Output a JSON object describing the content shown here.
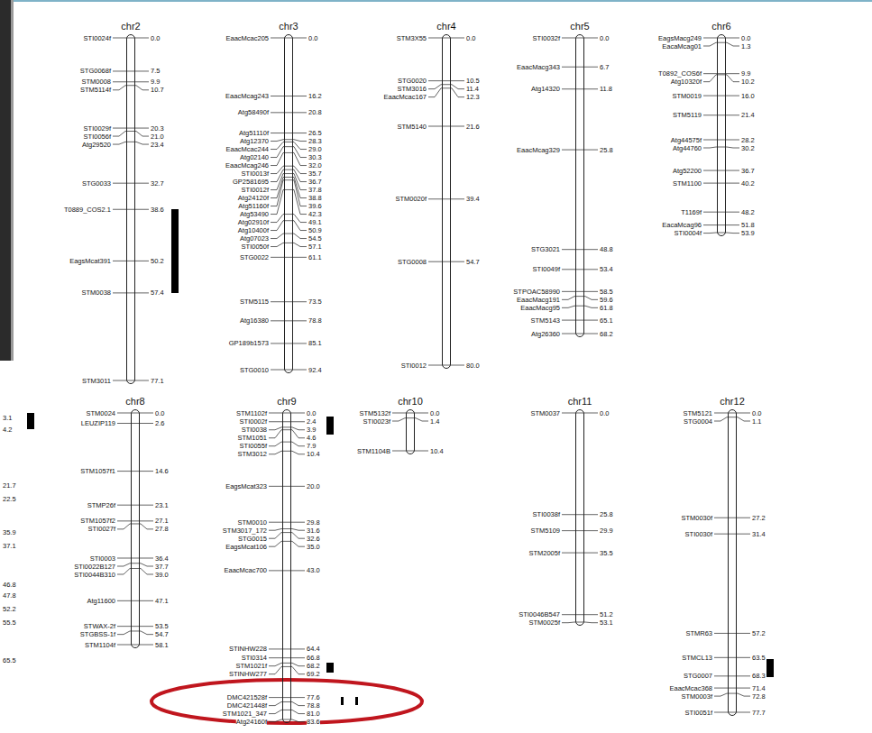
{
  "diagram": {
    "nodes": [
      {
        "text": [
          "chr2"
        ]
      },
      {
        "text": [
          "chr3"
        ]
      },
      {
        "text": [
          "chr4"
        ]
      },
      {
        "text": [
          "chr5"
        ]
      },
      {
        "text": [
          "chr6"
        ]
      },
      {
        "text": [
          "chr8"
        ]
      },
      {
        "text": [
          "chr9"
        ]
      },
      {
        "text": [
          "chr10"
        ]
      },
      {
        "text": [
          "chr11"
        ]
      },
      {
        "text": [
          "chr12"
        ]
      }
    ],
    "labels": [
      "STI0024f",
      "0.0",
      "STG0068f",
      "7.5",
      "STM0008",
      "9.9",
      "STM5114f",
      "10.7",
      "STI0029f",
      "20.3",
      "STI0056f",
      "21.0",
      "Atg29520",
      "23.4",
      "STG0033",
      "32.7",
      "T0889_COS2.1",
      "38.6",
      "EagsMcat391",
      "50.2",
      "STM0038",
      "57.4",
      "STM3011",
      "77.1",
      "EaacMcac205",
      "0.0",
      "EaacMcag243",
      "16.2",
      "Atg58490f",
      "20.8",
      "Atg51110f",
      "26.5",
      "Atg12370",
      "28.3",
      "EaacMcac244",
      "29.0",
      "Atg02140",
      "30.3",
      "EaacMcag246",
      "32.0",
      "STI0013f",
      "35.7",
      "GP2581695",
      "36.7",
      "STI0012f",
      "37.8",
      "Atg24120f",
      "38.8",
      "Atg51160f",
      "39.6",
      "Atg53490",
      "42.3",
      "Atg02910f",
      "49.1",
      "Atg10400f",
      "50.9",
      "Atg07023",
      "54.5",
      "STI0050f",
      "57.1",
      "STG0022",
      "61.1",
      "STM5115",
      "73.5",
      "Atg16380",
      "78.8",
      "GP189b1573",
      "85.1",
      "STG0010",
      "92.4",
      "STM3X55",
      "0.0",
      "STG0020",
      "10.5",
      "STM3016",
      "11.4",
      "EaacMcac167",
      "12.3",
      "STM5140",
      "21.6",
      "STM0020f",
      "39.4",
      "STG0008",
      "54.7",
      "STI0012",
      "80.0",
      "STI0032f",
      "0.0",
      "EaacMacg343",
      "6.7",
      "Atg14320",
      "11.8",
      "EaacMcag329",
      "25.8",
      "STG3021",
      "48.8",
      "STI0049f",
      "53.4",
      "STPOAC58990",
      "58.5",
      "EaacMacg191",
      "59.6",
      "EaacMacg95",
      "61.8",
      "STM5143",
      "65.1",
      "Atg26360",
      "68.2",
      "EagsMacg249",
      "0.0",
      "EacaMcag01",
      "1.3",
      "T0892_COS6f",
      "9.9",
      "Atg10320f",
      "10.2",
      "STM0019",
      "16.0",
      "STM5119",
      "21.4",
      "Atg44575f",
      "28.2",
      "Atg44760",
      "30.2",
      "Atg52200",
      "36.7",
      "STM1100",
      "40.2",
      "T1169f",
      "48.2",
      "EacaMcag96",
      "51.8",
      "STI0004f",
      "53.9",
      "STM0024",
      "0.0",
      "LEUZIP119",
      "2.6",
      "STM1057f1",
      "14.6",
      "STMP26f",
      "23.1",
      "STM1057f2",
      "27.1",
      "STI0027f",
      "27.8",
      "STI0003",
      "36.4",
      "STI0022B127",
      "37.7",
      "STI0044B310",
      "39.0",
      "Atg11600",
      "47.1",
      "STWAX-2f",
      "53.5",
      "STGBSS-1f",
      "54.7",
      "STM1104f",
      "58.1",
      "STM1102f",
      "0.0",
      "STI0002f",
      "2.4",
      "STI0038",
      "3.9",
      "STM1051",
      "4.6",
      "STI0055f",
      "7.9",
      "STM3012",
      "10.4",
      "EagsMcat323",
      "20.0",
      "STM0010",
      "29.8",
      "STM3017_172",
      "31.6",
      "STG0015",
      "32.6",
      "EagsMcat106",
      "35.0",
      "EaacMcac700",
      "43.0",
      "STINHW228",
      "64.4",
      "STI0314",
      "66.8",
      "STM1021f",
      "68.2",
      "STINHW277",
      "69.2",
      "DMC421528f",
      "77.6",
      "DMC421448f",
      "78.8",
      "STM1021_347",
      "81.0",
      "Atg24160f",
      "83.6",
      "STM5132f",
      "0.0",
      "STI0023f",
      "1.4",
      "STM1104B",
      "10.4",
      "STM0037",
      "0.0",
      "STI0038f",
      "25.8",
      "STM5109",
      "29.9",
      "STM2005f",
      "35.5",
      "STI0046B547",
      "51.2",
      "STM0025f",
      "53.1",
      "STM5121",
      "0.0",
      "STG0004",
      "1.1",
      "STM0030f",
      "27.2",
      "STI0030f",
      "31.4",
      "STMR63",
      "57.2",
      "STMCL13",
      "63.5",
      "STG0007",
      "68.3",
      "EaacMcac368",
      "71.4",
      "STM0003f",
      "72.8",
      "STI0051f",
      "77.7",
      "3.1",
      "4.2",
      "21.7",
      "22.5",
      "35.9",
      "37.1",
      "46.8",
      "47.8",
      "52.2",
      "55.5",
      "65.5"
    ]
  }
}
